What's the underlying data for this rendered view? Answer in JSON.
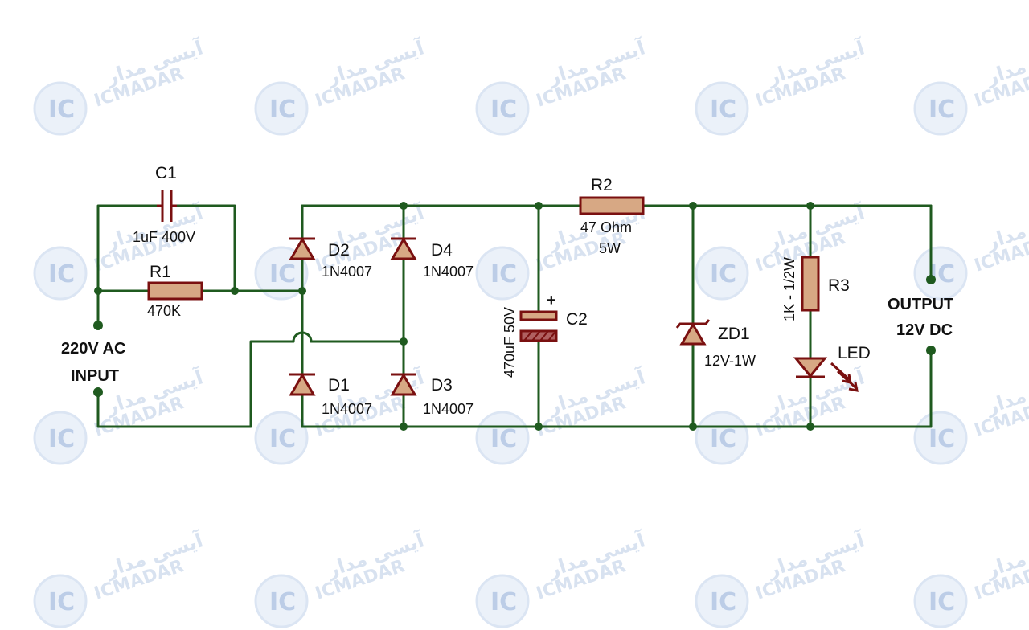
{
  "watermark": {
    "latin": "ICMADAR",
    "persian": "آیسی مدار",
    "badge": "IC",
    "color": "#b9cbe5"
  },
  "colors": {
    "wire": "#1f5a1f",
    "component_body": "#d7a884",
    "component_outline": "#7a1010"
  },
  "components": {
    "c1": {
      "ref": "C1",
      "value": "1uF 400V"
    },
    "r1": {
      "ref": "R1",
      "value": "470K"
    },
    "d1": {
      "ref": "D1",
      "value": "1N4007"
    },
    "d2": {
      "ref": "D2",
      "value": "1N4007"
    },
    "d3": {
      "ref": "D3",
      "value": "1N4007"
    },
    "d4": {
      "ref": "D4",
      "value": "1N4007"
    },
    "c2": {
      "ref": "C2",
      "value": "470uF 50V",
      "polarity": "+"
    },
    "r2": {
      "ref": "R2",
      "value_line1": "47 Ohm",
      "value_line2": "5W"
    },
    "zd1": {
      "ref": "ZD1",
      "value": "12V-1W"
    },
    "r3": {
      "ref": "R3",
      "value": "1K - 1/2W"
    },
    "led": {
      "ref": "LED"
    }
  },
  "input": {
    "line1": "220V AC",
    "line2": "INPUT"
  },
  "output": {
    "line1": "OUTPUT",
    "line2": "12V DC"
  }
}
